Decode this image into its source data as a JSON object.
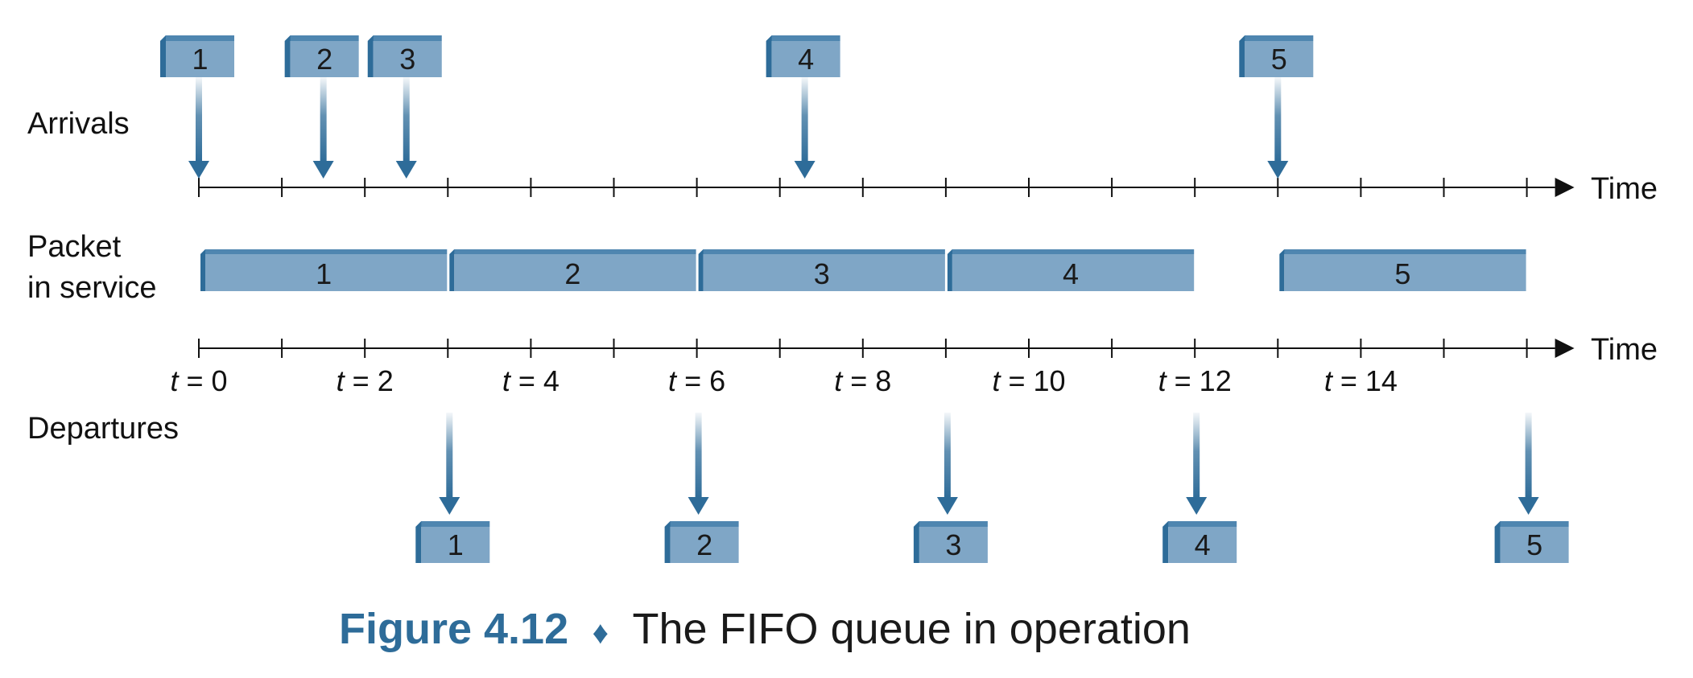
{
  "labels": {
    "arrivals": "Arrivals",
    "packet_in_service_line1": "Packet",
    "packet_in_service_line2": "in service",
    "departures": "Departures",
    "time_top": "Time",
    "time_bottom": "Time"
  },
  "tick_labels": [
    {
      "t": 0,
      "var": "t",
      "text": " = 0"
    },
    {
      "t": 2,
      "var": "t",
      "text": " = 2"
    },
    {
      "t": 4,
      "var": "t",
      "text": " = 4"
    },
    {
      "t": 6,
      "var": "t",
      "text": " = 6"
    },
    {
      "t": 8,
      "var": "t",
      "text": " = 8"
    },
    {
      "t": 10,
      "var": "t",
      "text": " = 10"
    },
    {
      "t": 12,
      "var": "t",
      "text": " = 12"
    },
    {
      "t": 14,
      "var": "t",
      "text": " = 14"
    }
  ],
  "time_axis": {
    "ticks_from": 0,
    "ticks_to": 16
  },
  "arrivals": [
    {
      "id": "1",
      "time": 0
    },
    {
      "id": "2",
      "time": 1.5
    },
    {
      "id": "3",
      "time": 2.5
    },
    {
      "id": "4",
      "time": 7.3
    },
    {
      "id": "5",
      "time": 13
    }
  ],
  "service": [
    {
      "id": "1",
      "start": 0,
      "end": 3
    },
    {
      "id": "2",
      "start": 3,
      "end": 6
    },
    {
      "id": "3",
      "start": 6,
      "end": 9
    },
    {
      "id": "4",
      "start": 9,
      "end": 12
    },
    {
      "id": "5",
      "start": 13,
      "end": 16
    }
  ],
  "departures": [
    {
      "id": "1",
      "time": 3
    },
    {
      "id": "2",
      "time": 6
    },
    {
      "id": "3",
      "time": 9
    },
    {
      "id": "4",
      "time": 12
    },
    {
      "id": "5",
      "time": 16
    }
  ],
  "caption": {
    "figure": "Figure 4.12",
    "separator": "♦",
    "text": "The FIFO queue in operation"
  },
  "colors": {
    "box_fill": "#7fa6c6",
    "box_top": "#4f86b0",
    "box_side": "#2e6c99",
    "arrow": "#2e6c99",
    "caption_accent": "#2e6c99"
  }
}
